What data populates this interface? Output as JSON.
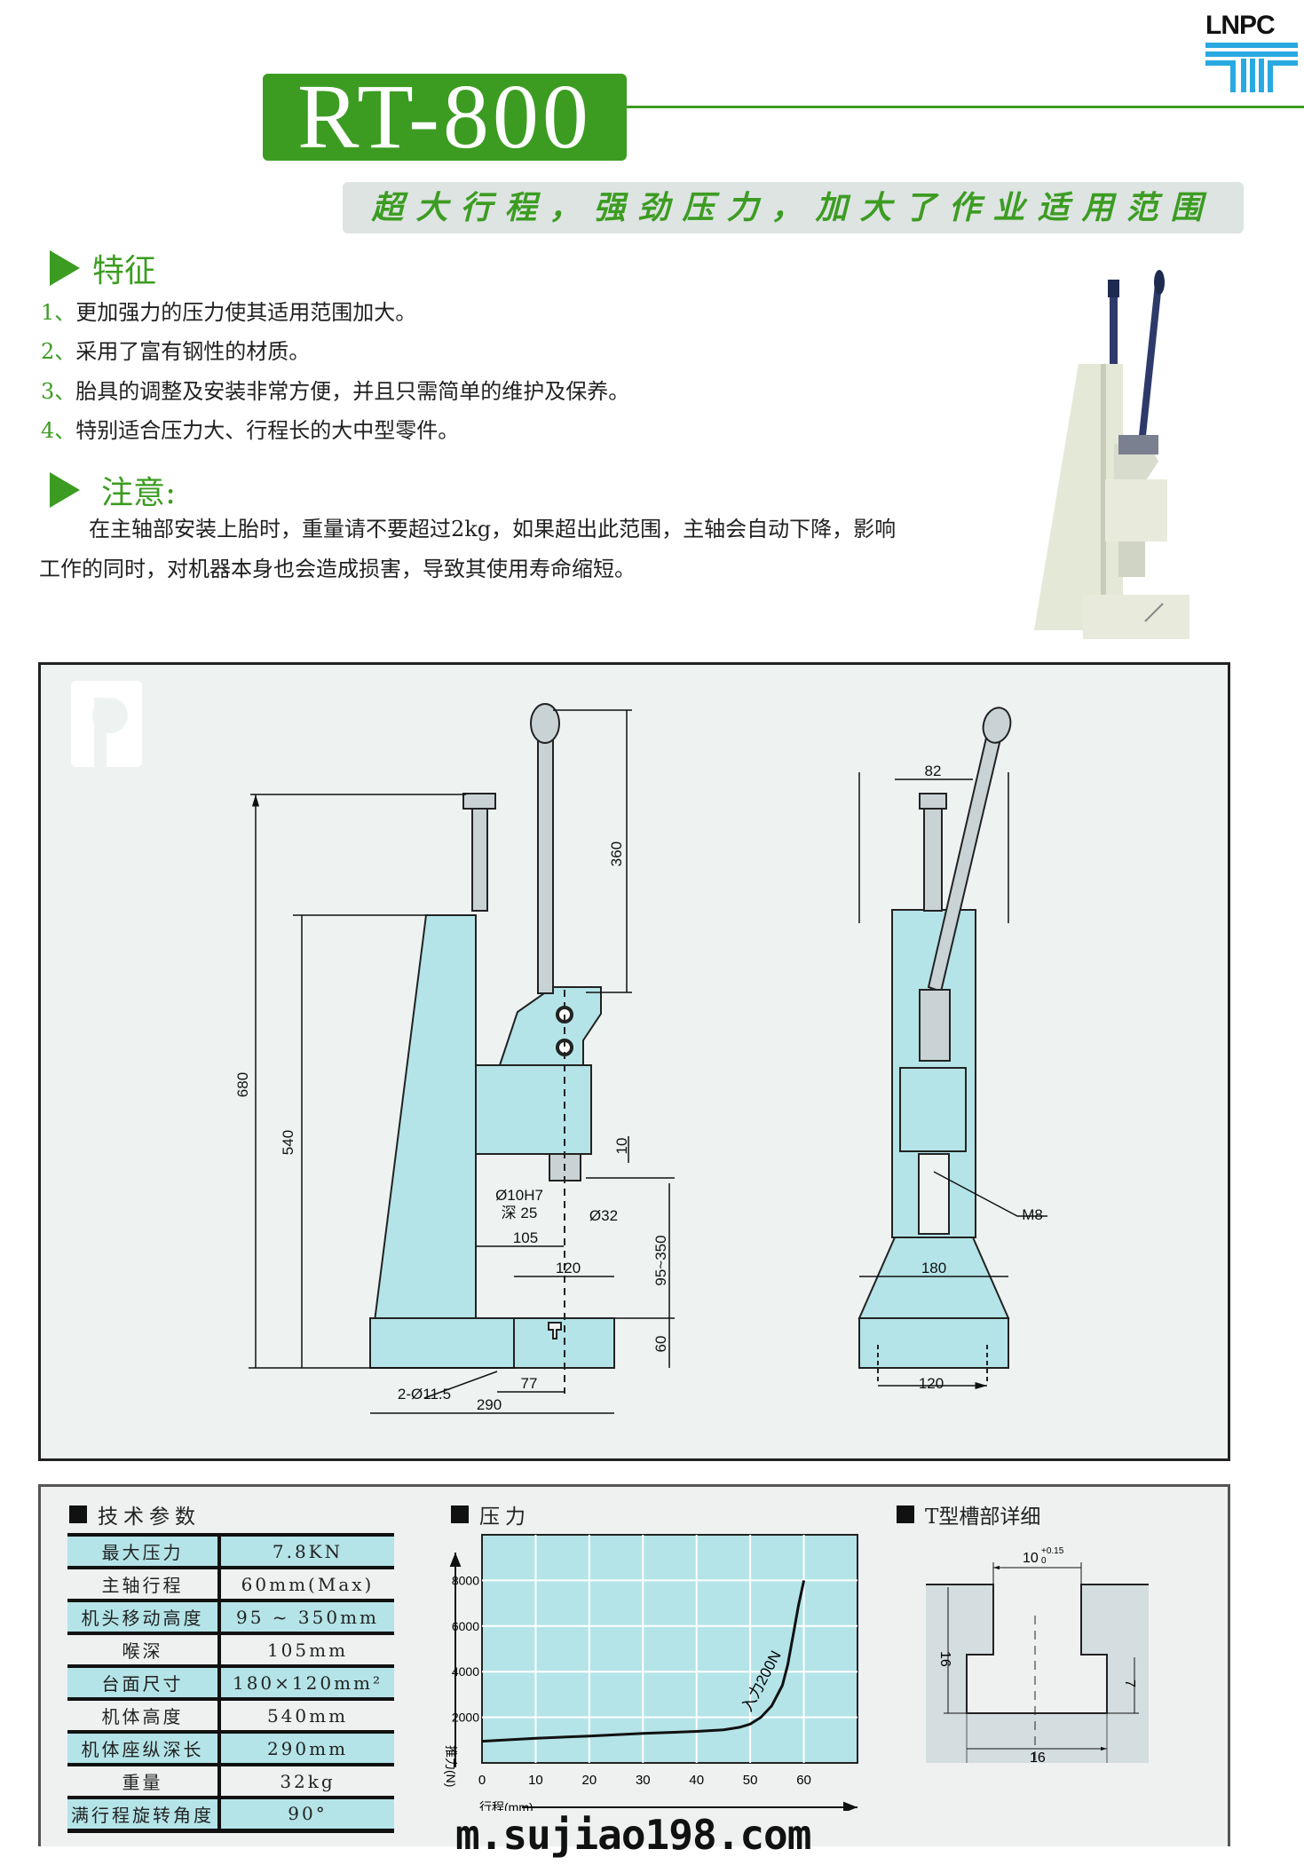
{
  "logo": {
    "text": "LNPC"
  },
  "title": "RT-800",
  "slogan": "超大行程，强劲压力，加大了作业适用范围",
  "features": {
    "heading": "特征",
    "items": [
      {
        "num": "1、",
        "text": "更加强力的压力使其适用范围加大。"
      },
      {
        "num": "2、",
        "text": "采用了富有钢性的材质。"
      },
      {
        "num": "3、",
        "text": "胎具的调整及安装非常方便，并且只需简单的维护及保养。"
      },
      {
        "num": "4、",
        "text": "特别适合压力大、行程长的大中型零件。"
      }
    ]
  },
  "notice": {
    "heading": "注意:",
    "line1": "在主轴部安装上胎时，重量请不要超过2kg，如果超出此范围，主轴会自动下降，影响",
    "line2": "工作的同时，对机器本身也会造成损害，导致其使用寿命缩短。"
  },
  "drawing": {
    "side": {
      "d680": "680",
      "d540": "540",
      "d360": "360",
      "d10": "10",
      "d95_350": "95~350",
      "d60": "60",
      "hole": "Ø10H7",
      "depth": "深 25",
      "d32": "Ø32",
      "d105": "105",
      "d120": "120",
      "mount_holes": "2-Ø11.5",
      "d77": "77",
      "d290": "290"
    },
    "front": {
      "d82": "82",
      "d180": "180",
      "d120": "120",
      "thread": "M8"
    }
  },
  "specs": {
    "heading": "技术参数",
    "rows": [
      {
        "k": "最大压力",
        "v": "7.8KN"
      },
      {
        "k": "主轴行程",
        "v": "60mm(Max)"
      },
      {
        "k": "机头移动高度",
        "v": "95 ~ 350mm"
      },
      {
        "k": "喉深",
        "v": "105mm"
      },
      {
        "k": "台面尺寸",
        "v": "180×120mm²"
      },
      {
        "k": "机体高度",
        "v": "540mm"
      },
      {
        "k": "机体座纵深长",
        "v": "290mm"
      },
      {
        "k": "重量",
        "v": "32kg"
      },
      {
        "k": "满行程旋转角度",
        "v": "90°"
      }
    ]
  },
  "pressure": {
    "heading": "压力"
  },
  "chart_data": {
    "type": "line",
    "title": "压力",
    "xlabel": "行程(mm)",
    "ylabel": "推力(N)",
    "xlim": [
      0,
      70
    ],
    "ylim": [
      0,
      10000
    ],
    "xticks": [
      0,
      10,
      20,
      30,
      40,
      50,
      60
    ],
    "yticks": [
      2000,
      4000,
      6000,
      8000
    ],
    "grid": true,
    "series": [
      {
        "name": "入力200N",
        "x": [
          0,
          10,
          20,
          30,
          40,
          45,
          48,
          50,
          52,
          54,
          56,
          57,
          58,
          59,
          60
        ],
        "y": [
          950,
          1080,
          1180,
          1290,
          1380,
          1450,
          1560,
          1700,
          2000,
          2500,
          3400,
          4300,
          5600,
          6900,
          8000
        ]
      }
    ],
    "annotation": "入力200N",
    "colors": {
      "plot_bg": "#b4e4e8",
      "grid": "#ffffff",
      "line": "#111111"
    }
  },
  "tslot": {
    "heading": "T型槽部详细",
    "width_top": "10",
    "tol_upper": "+0.15",
    "tol_lower": "0",
    "depth": "16",
    "slot_h": "7",
    "width_bottom": "16"
  },
  "watermark": "m.sujiao198.com",
  "colors": {
    "brand_green": "#3c9c22",
    "machine_blue": "#b4e4e8",
    "slogan_bg": "#dde4e2"
  }
}
